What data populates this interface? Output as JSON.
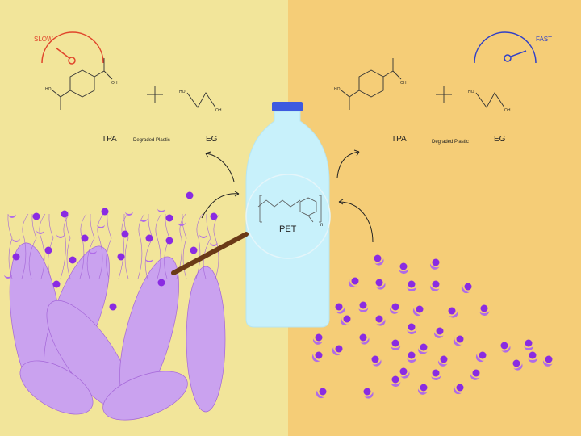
{
  "left_panel": {
    "gauge_label": "SLOW",
    "gauge_color": "#e0452b",
    "product_1": "TPA",
    "caption": "Degraded Plastic",
    "product_2": "EG",
    "background": "#f2e59a"
  },
  "right_panel": {
    "gauge_label": "FAST",
    "gauge_color": "#2f3fc8",
    "product_1": "TPA",
    "caption": "Degraded Plastic",
    "product_2": "EG",
    "background": "#f5cd77"
  },
  "center": {
    "polymer_label": "PET",
    "repeat_subscript": "n",
    "bottle_color": "#c8f1fb",
    "cap_color": "#3d5ae0"
  },
  "molecule_labels": {
    "hydroxyl": "OH",
    "hydroxyl_left": "HO"
  },
  "enzyme_color": "#8a2be2",
  "bacteria_color": "#caa2ef"
}
